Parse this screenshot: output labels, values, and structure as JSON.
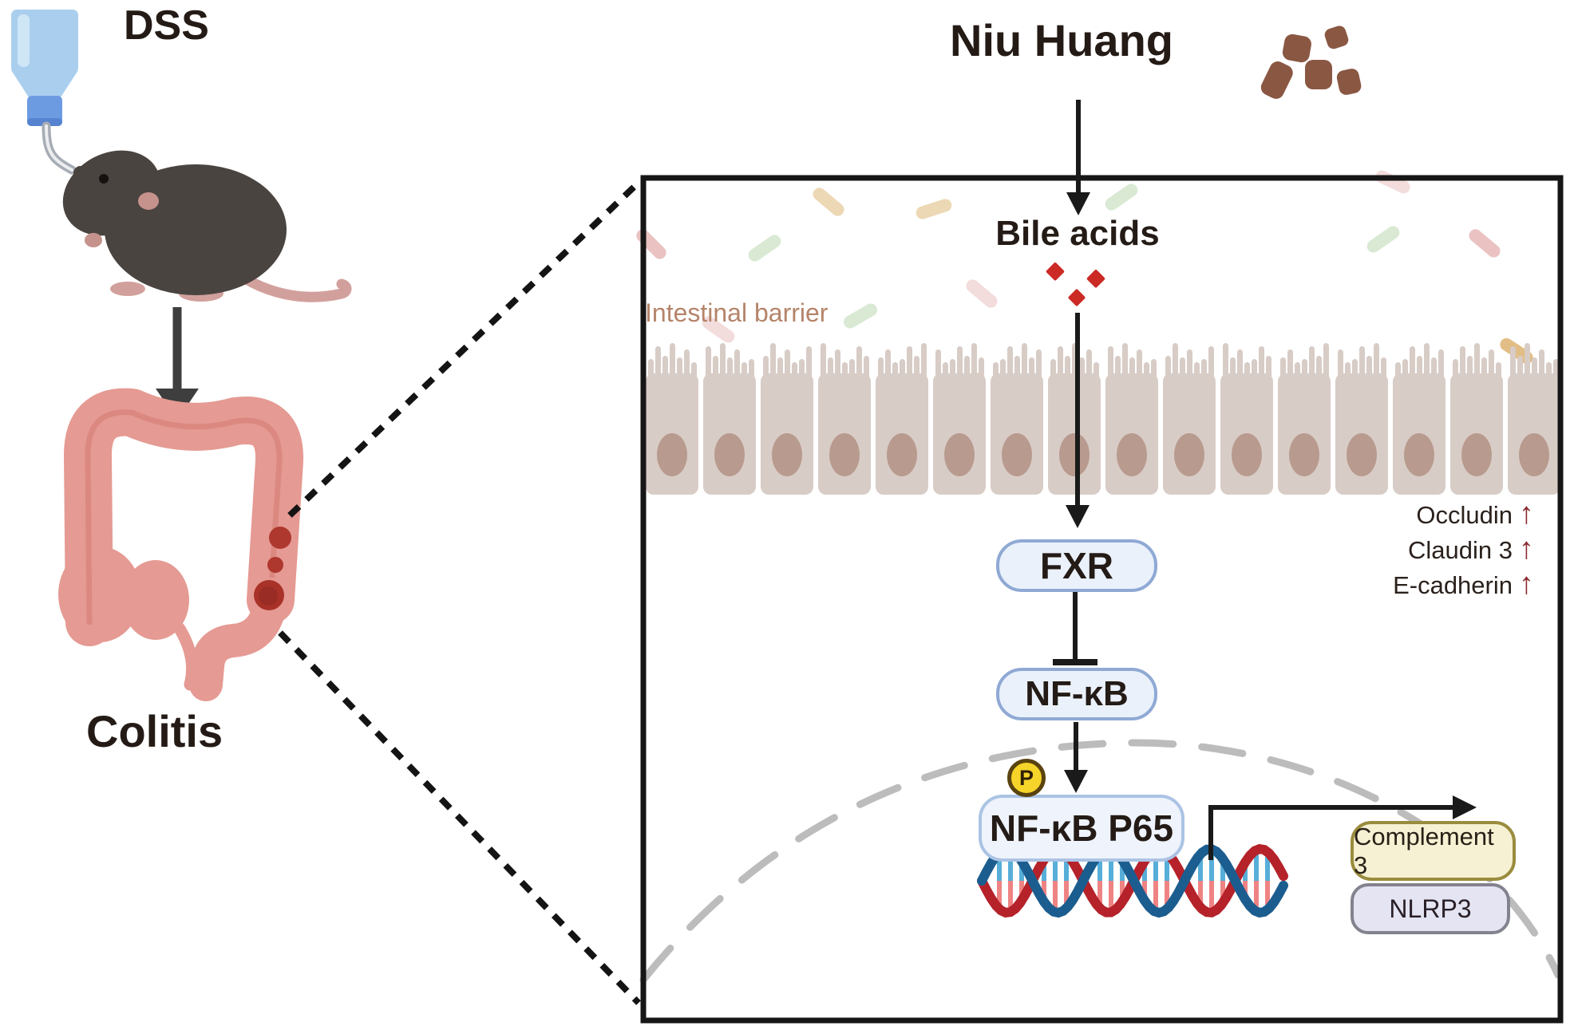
{
  "left_scene": {
    "dss_label": "DSS",
    "colitis_label": "Colitis"
  },
  "panel": {
    "title": "Niu Huang",
    "bile_acids_label": "Bile acids",
    "intestinal_barrier_label": "Intestinal barrier",
    "up_arrow_glyph": "↑",
    "tight_junction_markers": [
      {
        "label": "Occludin",
        "direction": "up"
      },
      {
        "label": "Claudin 3",
        "direction": "up"
      },
      {
        "label": "E-cadherin",
        "direction": "up"
      }
    ],
    "pathway": {
      "fxr_label": "FXR",
      "nfkb_label": "NF-κB",
      "phospho_badge": "P",
      "nfkb_p65_label": "NF-κB P65",
      "complement3_label": "Complement 3",
      "nlrp3_label": "NLRP3"
    }
  },
  "colors": {
    "upregulation_arrow": "#8c2a2e",
    "pathway_box_fill": "#eaf1fb",
    "pathway_box_border": "#8fa9d4",
    "complement3_fill": "#f6f1d3",
    "complement3_border": "#9a8c3e",
    "nlrp3_fill": "#e4e4f2",
    "phospho_fill": "#f6d42a",
    "colon_pink": "#e59a93",
    "ulcer_red": "#ae372e",
    "bile_acid_red": "#cb2a25",
    "niu_huang_brown": "#8a5743"
  }
}
